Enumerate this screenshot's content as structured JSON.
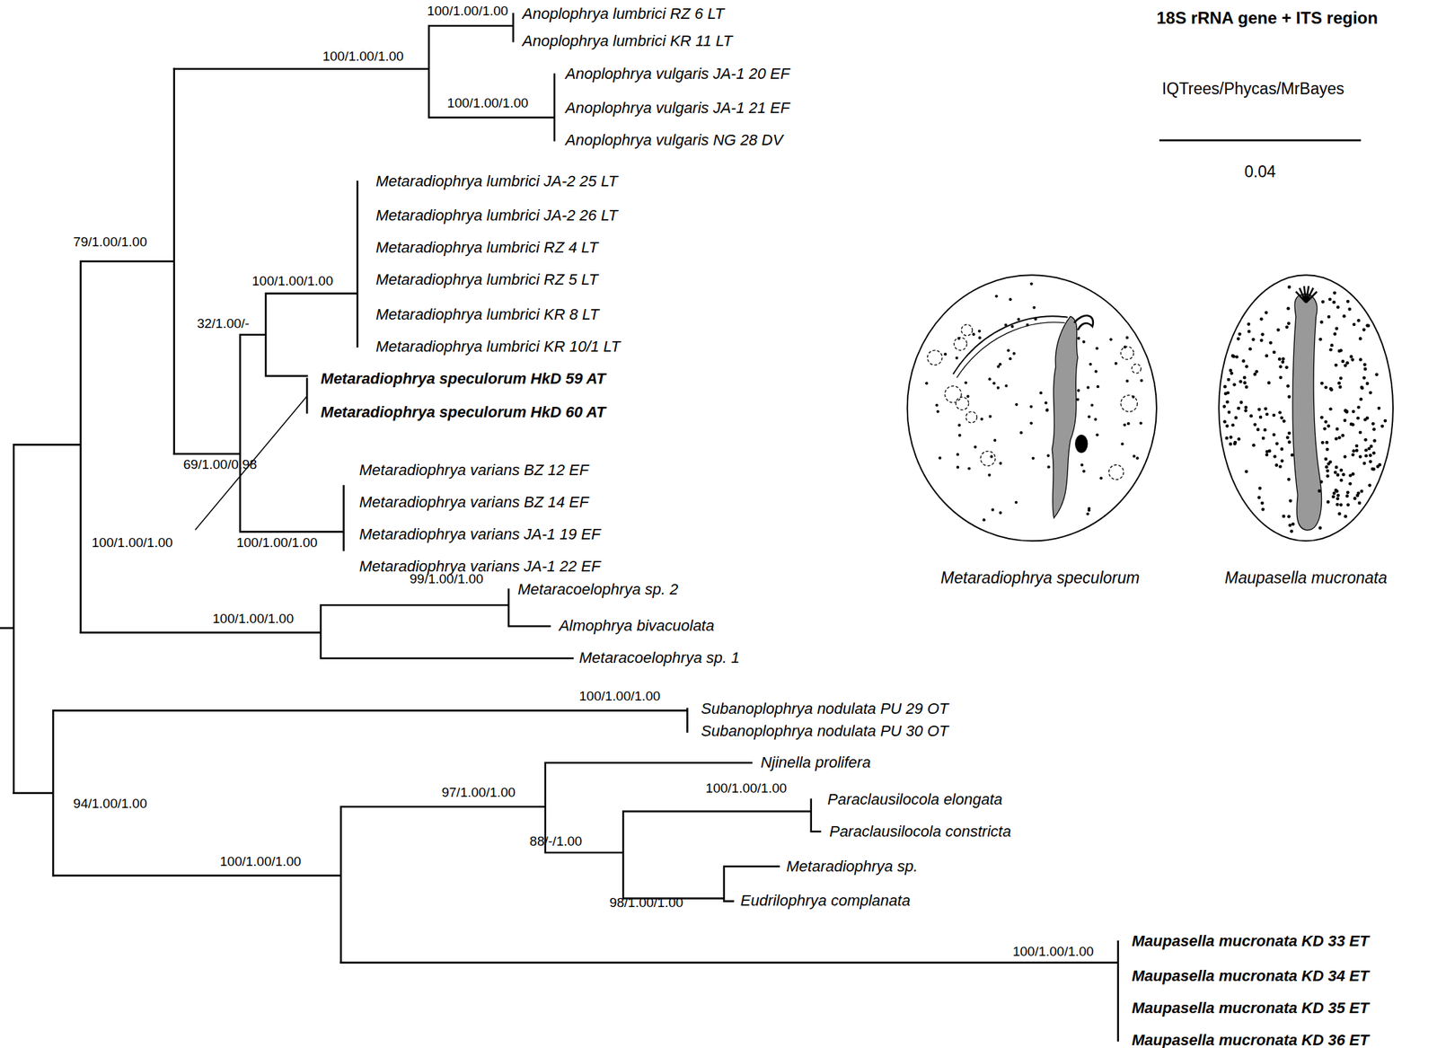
{
  "diagram": {
    "title": "18S rRNA gene + ITS region",
    "labels": [
      "IQTrees/Phycas/MrBayes",
      "0.04",
      "Anoplophrya lumbrici RZ 6 LT",
      "Anoplophrya lumbrici KR 11 LT",
      "Anoplophrya vulgaris JA-1 20 EF",
      "Anoplophrya vulgaris JA-1 21 EF",
      "Anoplophrya vulgaris NG 28 DV",
      "Metaradiophrya lumbrici JA-2 25 LT",
      "Metaradiophrya lumbrici JA-2 26 LT",
      "Metaradiophrya lumbrici RZ 4 LT",
      "Metaradiophrya lumbrici RZ 5 LT",
      "Metaradiophrya lumbrici KR 8 LT",
      "Metaradiophrya lumbrici KR 10/1 LT",
      "Metaradiophrya speculorum HkD 59 AT",
      "Metaradiophrya speculorum HkD 60 AT",
      "Metaradiophrya varians BZ 12 EF",
      "Metaradiophrya varians BZ 14 EF",
      "Metaradiophrya varians JA-1 19 EF",
      "Metaradiophrya varians JA-1 22 EF",
      "Metaracoelophrya sp. 2",
      "Almophrya bivacuolata",
      "Metaracoelophrya sp. 1",
      "Subanoplophrya nodulata PU 29 OT",
      "Subanoplophrya nodulata PU 30 OT",
      "Njinella prolifera",
      "Paraclausilocola elongata",
      "Paraclausilocola constricta",
      "Metaradiophrya sp.",
      "Eudrilophrya complanata",
      "Maupasella mucronata KD 33 ET",
      "Maupasella mucronata KD 34 ET",
      "Maupasella mucronata KD 35 ET",
      "Maupasella mucronata KD 36 ET",
      "100/1.00/1.00",
      "100/1.00/1.00",
      "100/1.00/1.00",
      "79/1.00/1.00",
      "100/1.00/1.00",
      "32/1.00/-",
      "69/1.00/0.98",
      "100/1.00/1.00",
      "100/1.00/1.00",
      "99/1.00/1.00",
      "100/1.00/1.00",
      "100/1.00/1.00",
      "94/1.00/1.00",
      "97/1.00/1.00",
      "100/1.00/1.00",
      "88/-/1.00",
      "100/1.00/1.00",
      "98/1.00/1.00",
      "100/1.00/1.00",
      "Metaradiophrya speculorum",
      "Maupasella mucronata"
    ]
  }
}
